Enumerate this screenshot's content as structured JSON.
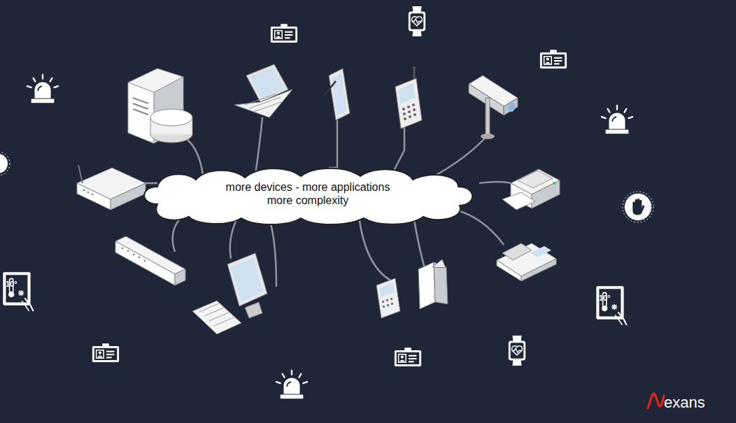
{
  "diagram": {
    "nodes": [
      {
        "text": [
          "more devices - more applications more complexity"
        ]
      }
    ],
    "labels": [
      "10°",
      "10°",
      "exans"
    ]
  }
}
